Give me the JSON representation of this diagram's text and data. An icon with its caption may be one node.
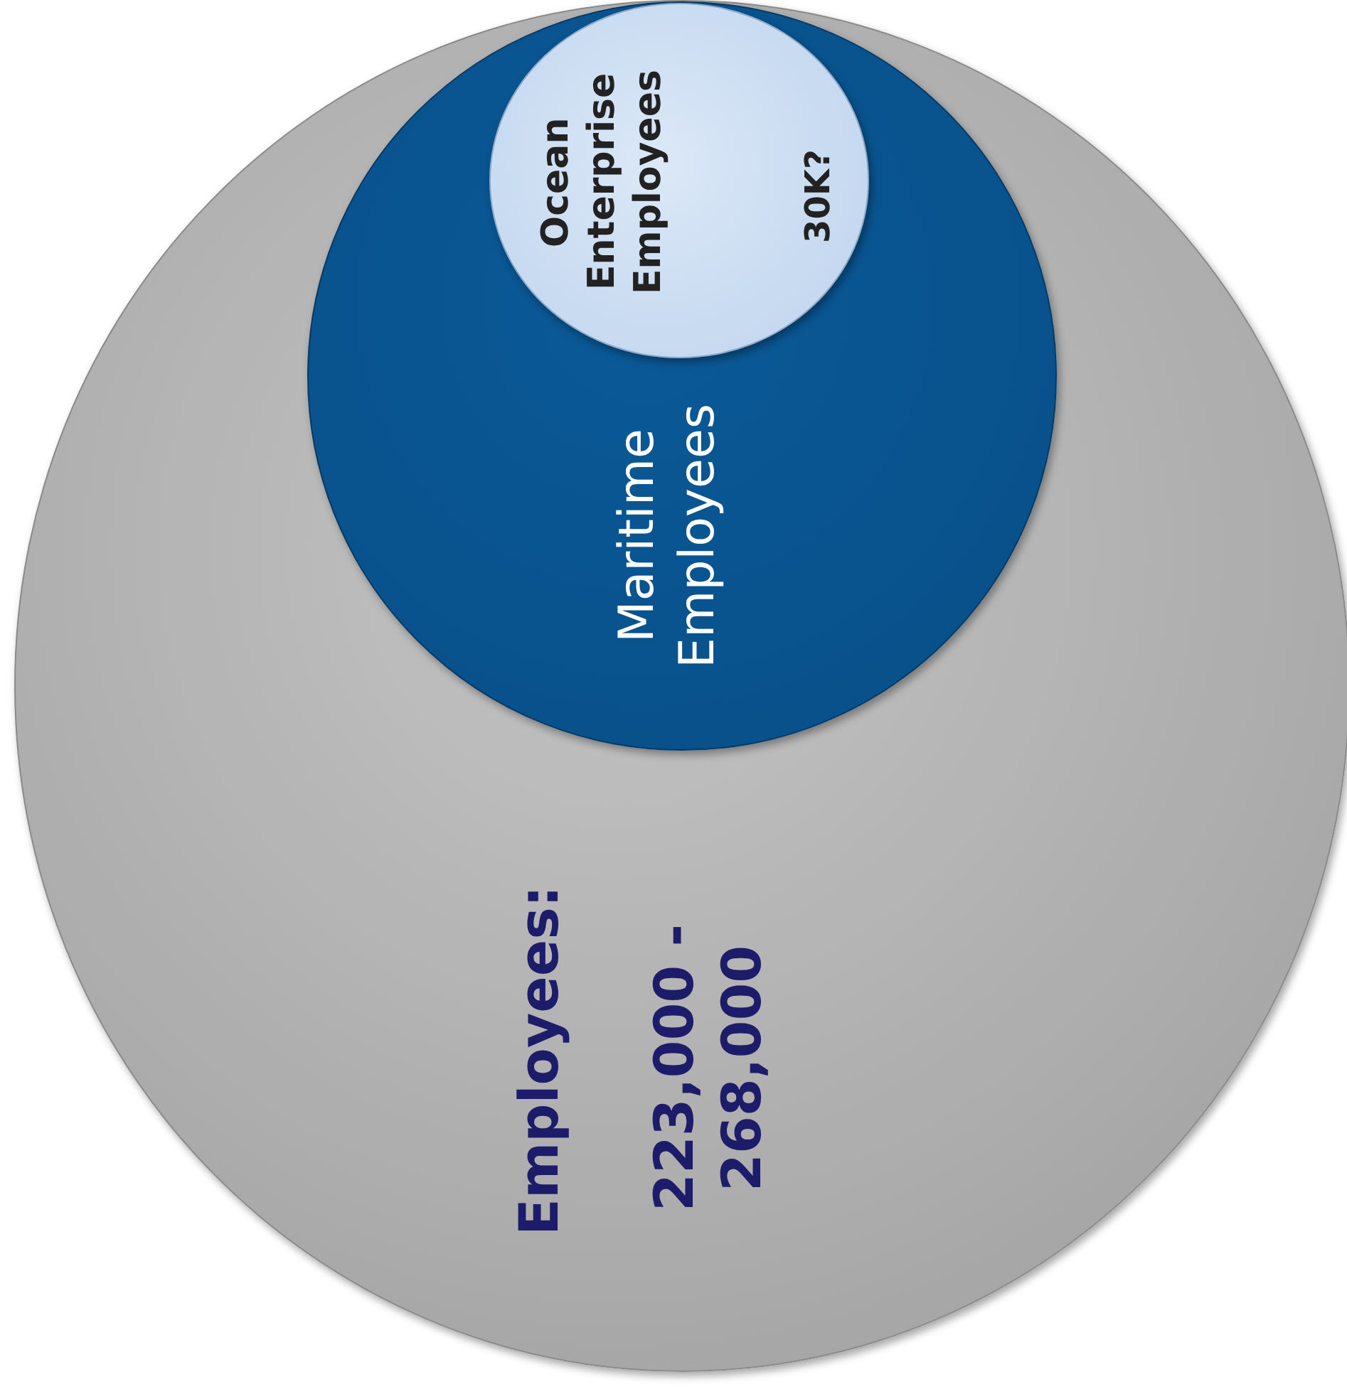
{
  "diagram": {
    "nodes": [
      {
        "text": [
          "Employees:",
          "223,000 - 268,000"
        ]
      },
      {
        "text": [
          "Maritime Employees"
        ],
        "in": 0
      },
      {
        "text": [
          "Ocean Enterprise Employees",
          "30K?"
        ],
        "in": 1
      }
    ],
    "edges": []
  }
}
